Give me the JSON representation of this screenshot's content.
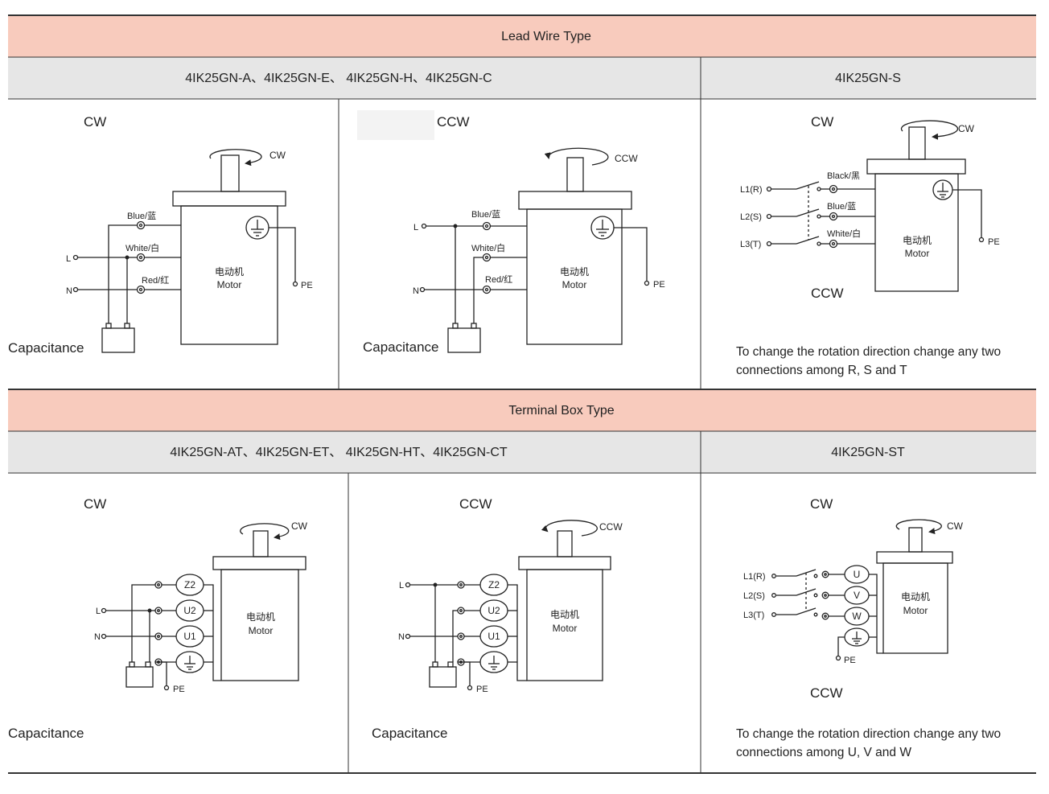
{
  "lead": {
    "title": "Lead Wire Type",
    "models_left": "4IK25GN-A、4IK25GN-E、 4IK25GN-H、4IK25GN-C",
    "models_right": "4IK25GN-S",
    "cw": {
      "dir": "CW",
      "rot": "CW",
      "blue": "Blue/蓝",
      "white": "White/白",
      "red": "Red/红",
      "L": "L",
      "N": "N",
      "PE": "PE",
      "motor_cn": "电动机",
      "motor_en": "Motor",
      "cap": "Capacitance"
    },
    "ccw": {
      "dir": "CCW",
      "rot": "CCW",
      "blue": "Blue/蓝",
      "white": "White/白",
      "red": "Red/红",
      "L": "L",
      "N": "N",
      "PE": "PE",
      "motor_cn": "电动机",
      "motor_en": "Motor",
      "cap": "Capacitance"
    },
    "three": {
      "dir_cw": "CW",
      "dir_ccw": "CCW",
      "rot": "CW",
      "black": "Black/黑",
      "blue": "Blue/蓝",
      "white": "White/白",
      "l1": "L1(R)",
      "l2": "L2(S)",
      "l3": "L3(T)",
      "PE": "PE",
      "motor_cn": "电动机",
      "motor_en": "Motor",
      "note1": "To change the rotation direction change any two",
      "note2": "connections among R, S and T"
    }
  },
  "terminal": {
    "title": "Terminal Box Type",
    "models_left": "4IK25GN-AT、4IK25GN-ET、 4IK25GN-HT、4IK25GN-CT",
    "models_right": "4IK25GN-ST",
    "cw": {
      "dir": "CW",
      "rot": "CW",
      "z2": "Z2",
      "u2": "U2",
      "u1": "U1",
      "L": "L",
      "N": "N",
      "PE": "PE",
      "motor_cn": "电动机",
      "motor_en": "Motor",
      "cap": "Capacitance"
    },
    "ccw": {
      "dir": "CCW",
      "rot": "CCW",
      "z2": "Z2",
      "u2": "U2",
      "u1": "U1",
      "L": "L",
      "N": "N",
      "PE": "PE",
      "motor_cn": "电动机",
      "motor_en": "Motor",
      "cap": "Capacitance"
    },
    "three": {
      "dir_cw": "CW",
      "dir_ccw": "CCW",
      "rot": "CW",
      "u": "U",
      "v": "V",
      "w": "W",
      "l1": "L1(R)",
      "l2": "L2(S)",
      "l3": "L3(T)",
      "PE": "PE",
      "motor_cn": "电动机",
      "motor_en": "Motor",
      "note1": "To change the rotation direction change any two",
      "note2": "connections among U, V and W"
    }
  }
}
